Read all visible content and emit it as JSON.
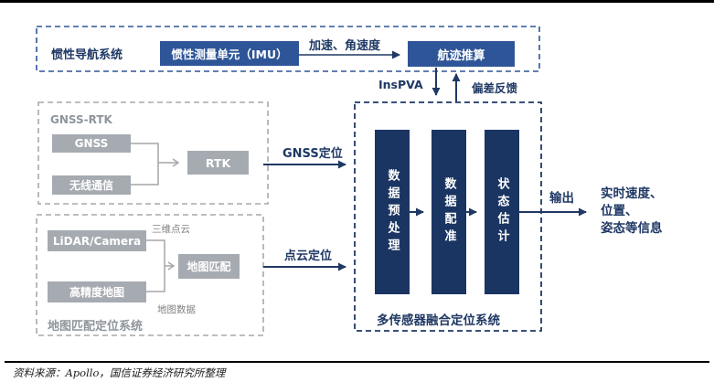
{
  "diagram": {
    "ins_system": {
      "label": "惯性导航系统",
      "imu": "惯性测量单元（IMU）",
      "arrow_label": "加速、角速度",
      "dead_reckoning": "航迹推算"
    },
    "feedback": {
      "inspva": "InsPVA",
      "bias_feedback": "偏差反馈"
    },
    "gnss_rtk": {
      "label": "GNSS-RTK",
      "gnss": "GNSS",
      "wireless": "无线通信",
      "rtk": "RTK"
    },
    "map_system": {
      "label": "地图匹配定位系统",
      "lidar_camera": "LiDAR/Camera",
      "point_cloud_3d": "三维点云",
      "hd_map": "高精度地图",
      "map_data": "地图数据",
      "map_matching": "地图匹配"
    },
    "mid_arrows": {
      "gnss_positioning": "GNSS定位",
      "point_cloud_positioning": "点云定位"
    },
    "fusion_system": {
      "label": "多传感器融合定位系统",
      "col_preprocess": "数据预处理",
      "col_registration": "数据配准",
      "col_state_estimation": "状态估计"
    },
    "output": {
      "label": "输出",
      "lines": [
        "实时速度、",
        "位置、",
        "姿态等信息"
      ]
    }
  },
  "footer": {
    "source": "资料来源：Apollo，国信证券经济研究所整理"
  },
  "colors": {
    "navy": "#1f3864",
    "medium_blue": "#2e5597",
    "column_navy": "#1b3563",
    "gray_box": "#a6abb1",
    "gray_line": "#a6a6a6",
    "gray_label": "#8f959b"
  }
}
